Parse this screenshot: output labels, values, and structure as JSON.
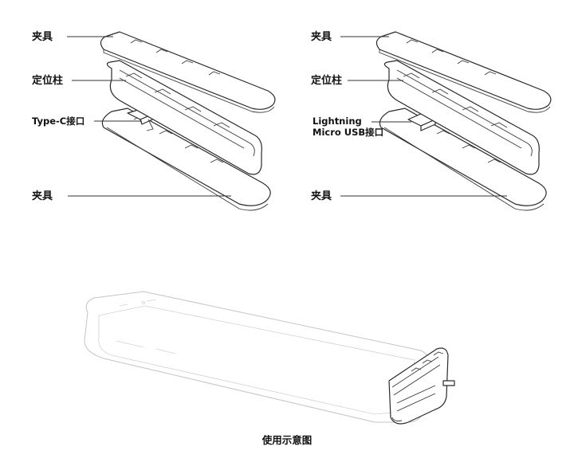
{
  "left_assembly": {
    "top_clamp_label": "夹具",
    "post_label": "定位柱",
    "port_label": "Type-C接口",
    "bottom_clamp_label": "夹具"
  },
  "right_assembly": {
    "top_clamp_label": "夹具",
    "post_label": "定位柱",
    "port_label_line1": "Lightning",
    "port_label_line2": "Micro USB接口",
    "bottom_clamp_label": "夹具"
  },
  "caption": "使用示意图"
}
